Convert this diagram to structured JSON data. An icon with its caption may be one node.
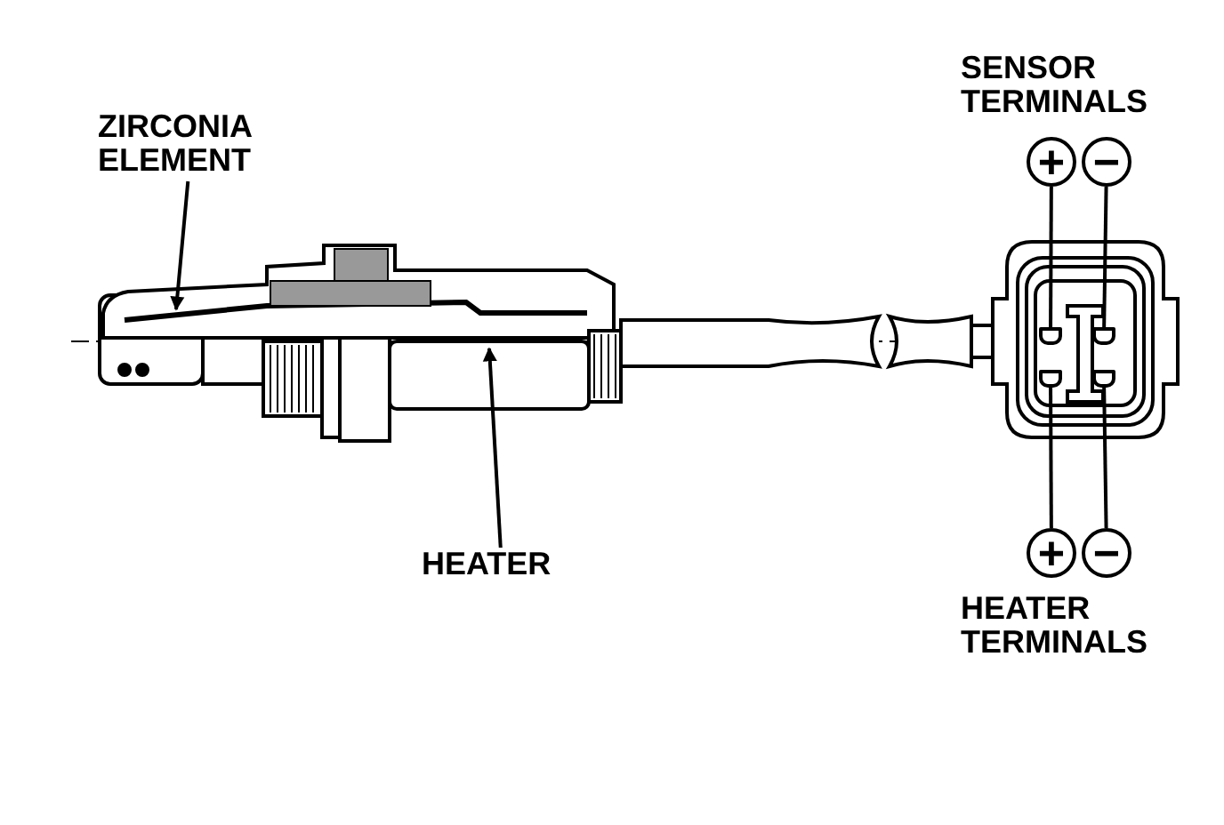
{
  "diagram": {
    "nodes": [
      {
        "text": [
          "ZIRCONIA ELEMENT"
        ]
      },
      {
        "text": [
          "+"
        ]
      },
      {
        "text": [
          "−"
        ]
      },
      {
        "text": [],
        "shape": "box"
      },
      {
        "text": [],
        "shape": "box"
      },
      {
        "text": [],
        "shape": "box"
      },
      {
        "text": [],
        "shape": "box"
      },
      {
        "text": [
          "HEATER"
        ]
      },
      {
        "text": [
          "+"
        ]
      },
      {
        "text": [
          "−"
        ]
      }
    ],
    "edges": [
      {
        "from": 0,
        "to": null,
        "arrow": "to"
      },
      {
        "from": 7,
        "to": null,
        "arrow": "to"
      },
      {
        "from": 1,
        "to": 3,
        "arrow": "none"
      },
      {
        "from": 2,
        "to": 4,
        "arrow": "none"
      },
      {
        "from": 8,
        "to": 5,
        "arrow": "none"
      },
      {
        "from": 9,
        "to": 6,
        "arrow": "none"
      }
    ],
    "labels": [
      "SENSOR TERMINALS",
      "HEATER TERMINALS"
    ]
  }
}
